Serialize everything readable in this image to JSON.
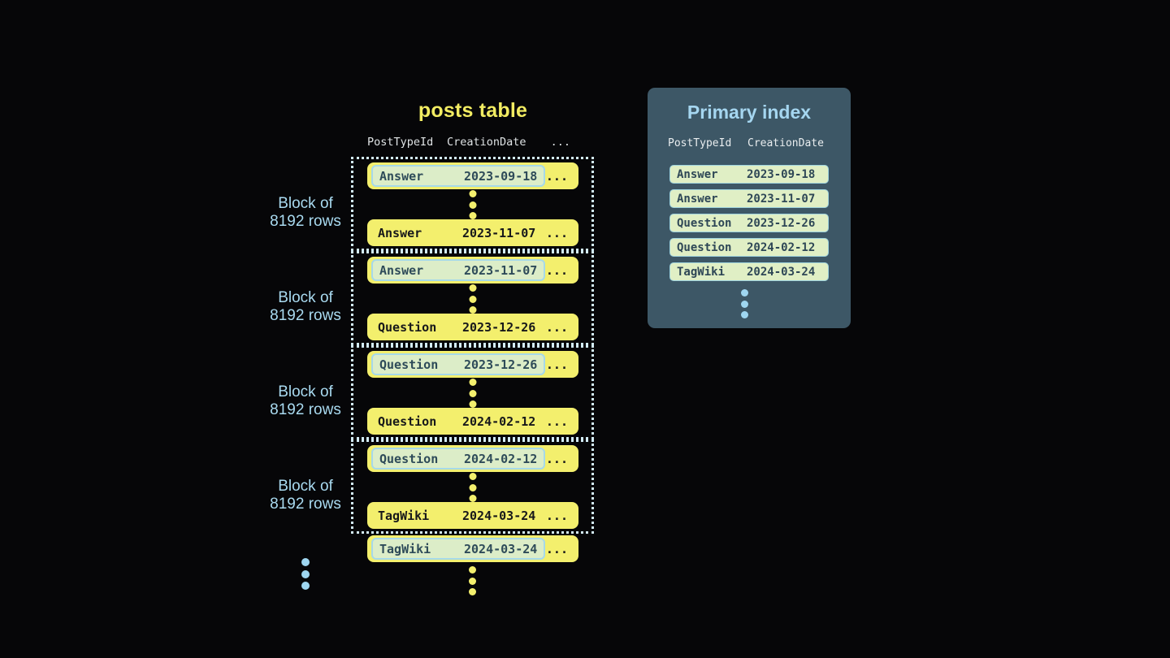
{
  "posts_table": {
    "title": "posts table",
    "columns": {
      "type": "PostTypeId",
      "date": "CreationDate",
      "more": "..."
    },
    "block_label": {
      "line1": "Block of",
      "line2": "8192 rows"
    },
    "row_ellipsis": "...",
    "blocks": [
      {
        "first": {
          "type": "Answer",
          "date": "2023-09-18"
        },
        "last": {
          "type": "Answer",
          "date": "2023-11-07"
        }
      },
      {
        "first": {
          "type": "Answer",
          "date": "2023-11-07"
        },
        "last": {
          "type": "Question",
          "date": "2023-12-26"
        }
      },
      {
        "first": {
          "type": "Question",
          "date": "2023-12-26"
        },
        "last": {
          "type": "Question",
          "date": "2024-02-12"
        }
      },
      {
        "first": {
          "type": "Question",
          "date": "2024-02-12"
        },
        "last": {
          "type": "TagWiki",
          "date": "2024-03-24"
        }
      }
    ],
    "overflow_row": {
      "type": "TagWiki",
      "date": "2024-03-24"
    }
  },
  "primary_index": {
    "title": "Primary index",
    "columns": {
      "type": "PostTypeId",
      "date": "CreationDate"
    },
    "rows": [
      {
        "type": "Answer",
        "date": "2023-09-18"
      },
      {
        "type": "Answer",
        "date": "2023-11-07"
      },
      {
        "type": "Question",
        "date": "2023-12-26"
      },
      {
        "type": "Question",
        "date": "2024-02-12"
      },
      {
        "type": "TagWiki",
        "date": "2024-03-24"
      }
    ]
  },
  "colors": {
    "background": "#060608",
    "row_yellow": "#f3ef6d",
    "row_text_dark": "#17181a",
    "highlight_pill_bg": "#dcedc8",
    "highlight_pill_border": "#a6d9e9",
    "highlight_pill_text": "#2e4b59",
    "block_dotted_border": "#d3ecf7",
    "label_blue": "#a9daf0",
    "title_yellow": "#f2ec62",
    "index_panel_bg": "#3d5766",
    "index_title_blue": "#a5d6f0",
    "index_row_bg": "#e0efc5",
    "index_row_border": "#9ed3de",
    "index_row_text": "#2e4756",
    "header_text": "#dfe3e5",
    "dots_blue": "#9fd6f0"
  }
}
